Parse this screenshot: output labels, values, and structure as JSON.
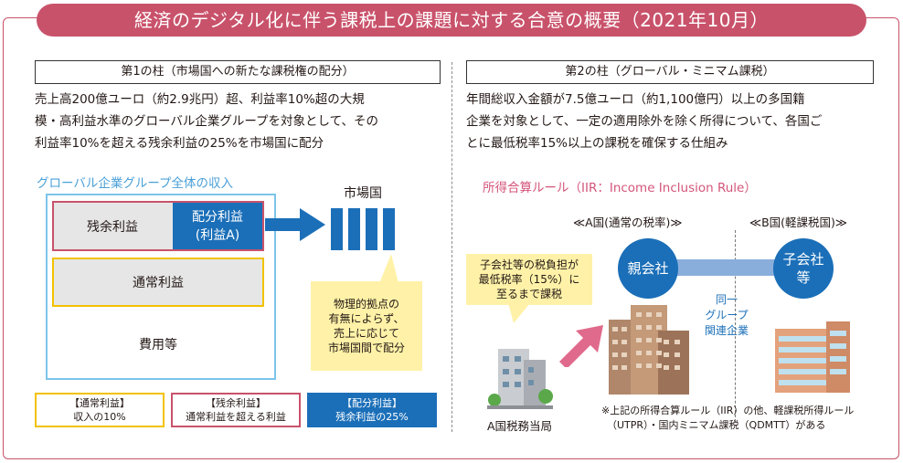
{
  "title": "経済のデジタル化に伴う課税上の課題に対する合意の概要（2021年10月）",
  "pillar1": {
    "heading": "第1の柱（市場国への新たな課税権の配分）",
    "description_lines": [
      "売上高200億ユーロ（約2.9兆円）超、利益率10%超の大規",
      "模・高利益水準のグローバル企業グループを対象として、その",
      "利益率10%を超える残余利益の25%を市場国に配分"
    ],
    "diagram_title": "グローバル企業グループ全体の収入",
    "residual_profit": "残余利益",
    "allocated_profit_line1": "配分利益",
    "allocated_profit_line2": "(利益A)",
    "normal_profit": "通常利益",
    "expenses": "費用等",
    "market_country": "市場国",
    "bubble_lines": [
      "物理的拠点の",
      "有無によらず、",
      "売上に応じて",
      "市場国間で配分"
    ],
    "legend": [
      {
        "label": "【通常利益】",
        "desc": "収入の10%"
      },
      {
        "label": "【残余利益】",
        "desc": "通常利益を超える利益"
      },
      {
        "label": "【配分利益】",
        "desc": "残余利益の25%"
      }
    ]
  },
  "pillar2": {
    "heading": "第2の柱（グローバル・ミニマム課税）",
    "description_lines": [
      "年間総収入金額が7.5億ユーロ（約1,100億円）以上の多国籍",
      "企業を対象として、一定の適用除外を除く所得について、各国ご",
      "とに最低税率15%以上の課税を確保する仕組み"
    ],
    "rule_title": "所得合算ルール（IIR：Income Inclusion Rule）",
    "country_a": "≪A国(通常の税率)≫",
    "country_b": "≪B国(軽課税国)≫",
    "parent": "親会社",
    "subsidiary_line1": "子会社",
    "subsidiary_line2": "等",
    "group_lines": [
      "同一",
      "グループ",
      "関連企業"
    ],
    "bubble_lines": [
      "子会社等の税負担が",
      "最低税率（15%）に",
      "至るまで課税"
    ],
    "tax_authority": "A国税務当局",
    "note_lines": [
      "※上記の所得合算ルール（IIR）の他、軽課税所得ルール",
      "（UTPR）・国内ミニマム課税（QDMTT）がある"
    ]
  }
}
